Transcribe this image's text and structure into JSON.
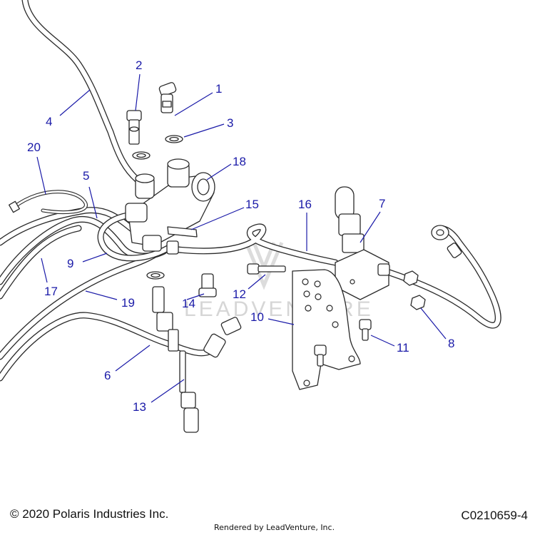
{
  "watermark": "LEADVENTURE",
  "footer": {
    "copyright": "© 2020 Polaris Industries Inc.",
    "rendered_by": "Rendered by LeadVenture, Inc.",
    "diagram_id": "C0210659-4"
  },
  "callouts": {
    "c1": "1",
    "c2": "2",
    "c3": "3",
    "c4": "4",
    "c5": "5",
    "c6": "6",
    "c7": "7",
    "c8": "8",
    "c9": "9",
    "c10": "10",
    "c11": "11",
    "c12": "12",
    "c13": "13",
    "c14": "14",
    "c15": "15",
    "c16": "16",
    "c17": "17",
    "c18": "18",
    "c19": "19",
    "c20": "20"
  },
  "colors": {
    "callout": "#1a1aa8",
    "line": "#2a2a2a",
    "watermark": "#d6d6d6"
  }
}
